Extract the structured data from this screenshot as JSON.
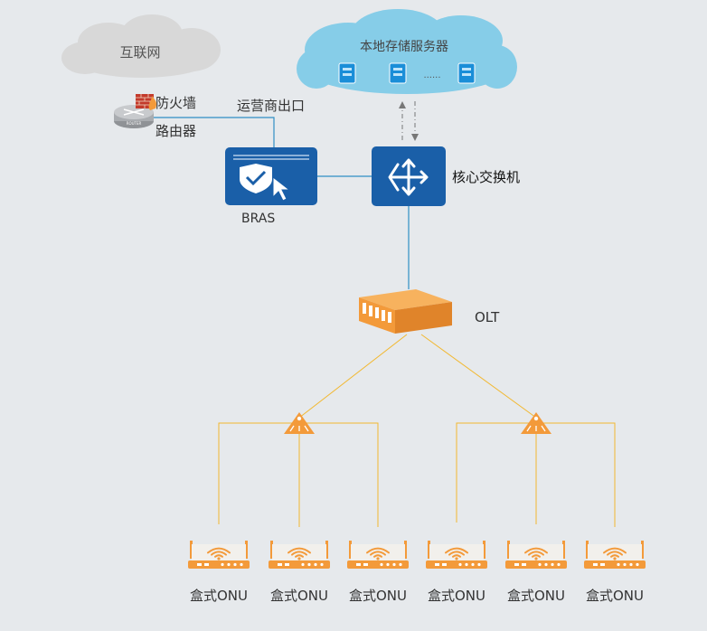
{
  "internet": {
    "label": "互联网"
  },
  "firewall": {
    "label": "防火墙"
  },
  "router": {
    "label": "路由器",
    "badge": "ROUTER"
  },
  "carrier_exit": {
    "label": "运营商出口"
  },
  "storage": {
    "label": "本地存储服务器",
    "ellipsis": "......"
  },
  "bras": {
    "label": "BRAS"
  },
  "core_switch": {
    "label": "核心交换机"
  },
  "olt": {
    "label": "OLT"
  },
  "onus": [
    {
      "label": "盒式ONU"
    },
    {
      "label": "盒式ONU"
    },
    {
      "label": "盒式ONU"
    },
    {
      "label": "盒式ONU"
    },
    {
      "label": "盒式ONU"
    },
    {
      "label": "盒式ONU"
    }
  ],
  "colors": {
    "background": "#e6e9ec",
    "blue_device": "#1a5fa8",
    "orange_device": "#f39a3a",
    "cloud_gray": "#d8d8d8",
    "cloud_blue": "#86cde8",
    "fiber_line": "#f2b830",
    "network_line": "#2f8fc4"
  },
  "icons": {
    "bras": "shield-cursor-icon",
    "core_switch": "four-arrows-icon",
    "splitter": "splitter-icon",
    "onu": "wifi-router-icon",
    "server": "server-icon"
  }
}
